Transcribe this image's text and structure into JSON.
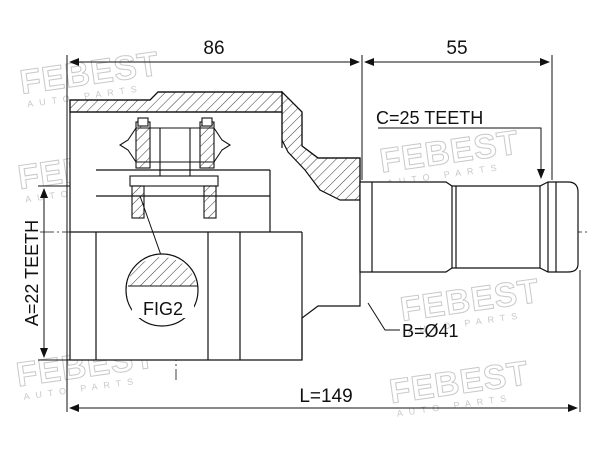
{
  "watermark": {
    "brand": "FEBEST",
    "sub": "AUTO PARTS"
  },
  "dimensions": {
    "top_left": "86",
    "top_right": "55",
    "bottom": "L=149"
  },
  "labels": {
    "c_teeth": "C=25 TEETH",
    "a_teeth": "A=22 TEETH",
    "b_dia": "B=Ø41",
    "fig": "FIG2"
  }
}
